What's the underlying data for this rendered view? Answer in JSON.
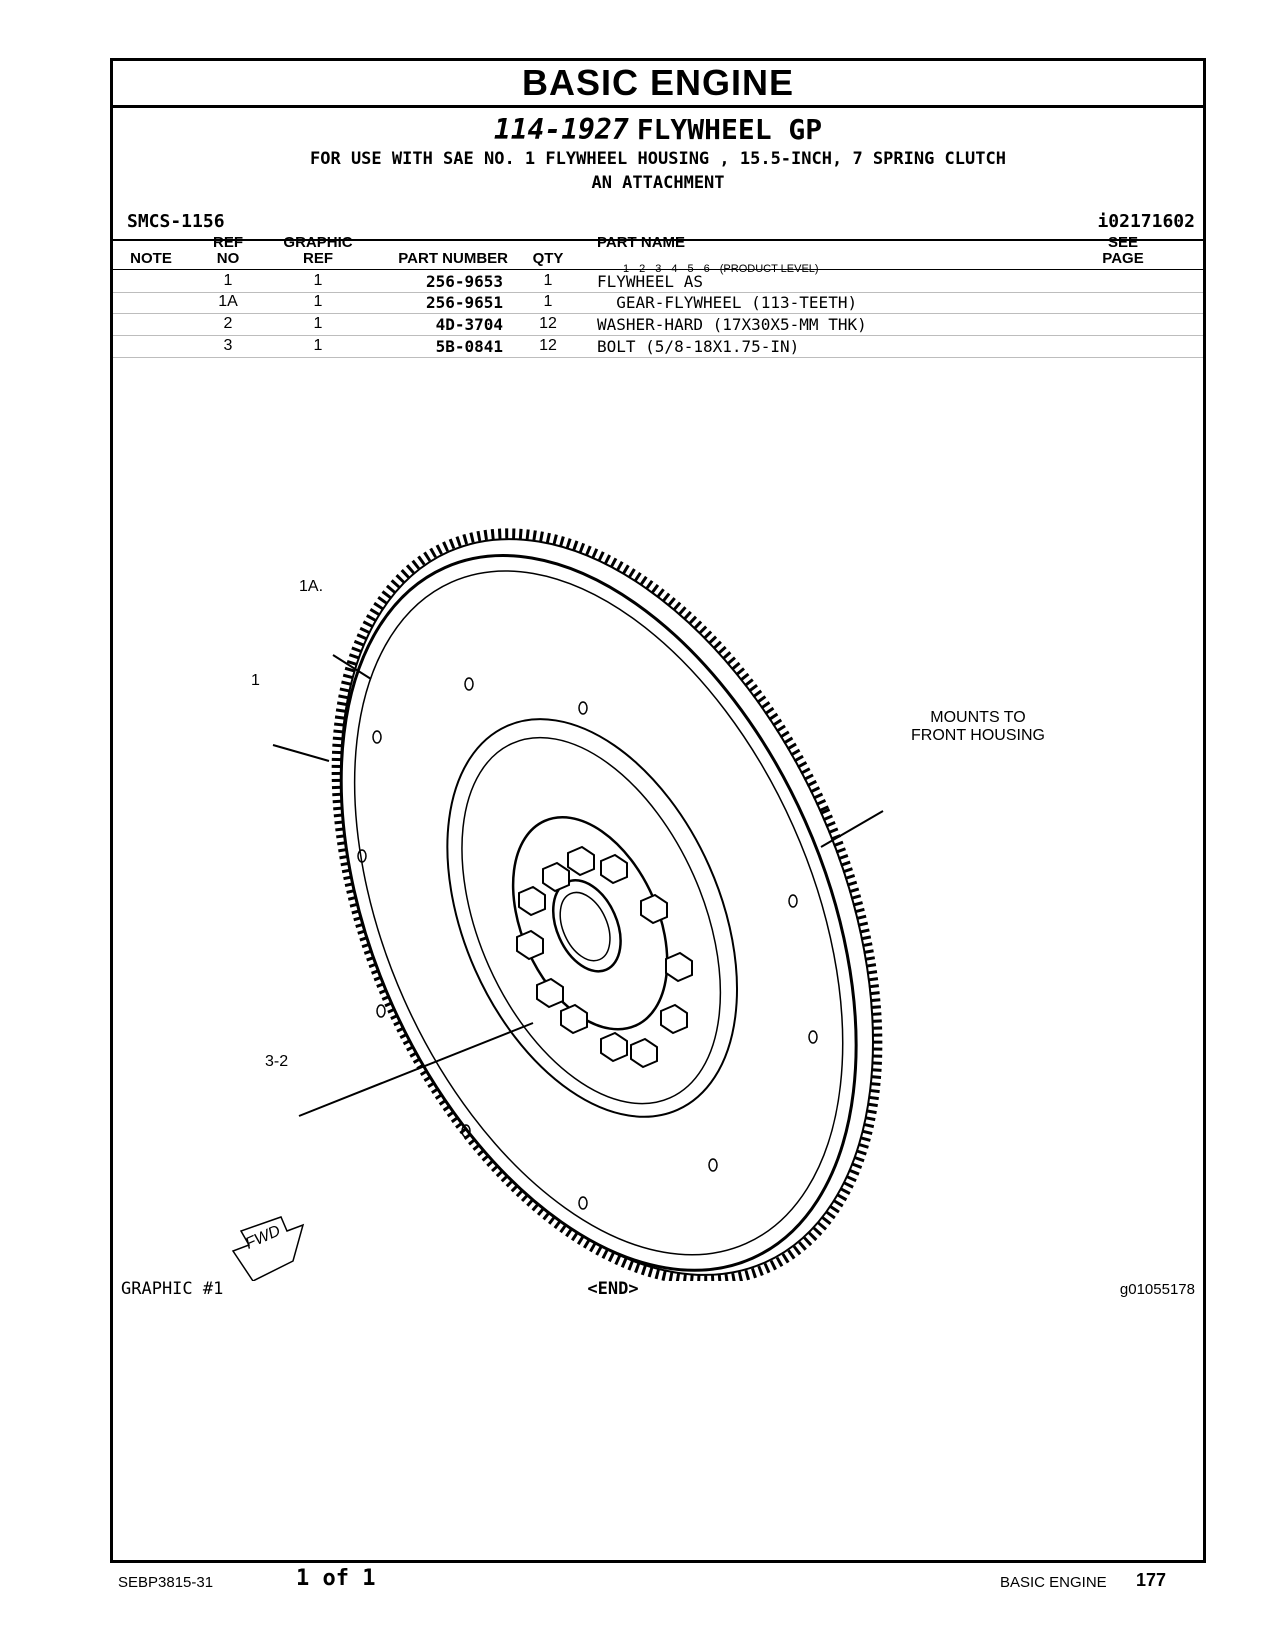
{
  "section_title": "BASIC  ENGINE",
  "group": {
    "number": "114-1927",
    "name": "FLYWHEEL GP",
    "subtitle_line1": "FOR USE WITH SAE NO. 1 FLYWHEEL HOUSING , 15.5-INCH, 7 SPRING CLUTCH",
    "subtitle_line2": "AN ATTACHMENT"
  },
  "smcs": "SMCS-1156",
  "ident": "i02171602",
  "table": {
    "headers": {
      "note": "NOTE",
      "ref_top": "REF",
      "ref_bottom": "NO",
      "graphic_top": "GRAPHIC",
      "graphic_bottom": "REF",
      "part_number": "PART NUMBER",
      "qty": "QTY",
      "part_name": "PART NAME",
      "levels": [
        "1",
        "2",
        "3",
        "4",
        "5",
        "6"
      ],
      "levels_label": "(PRODUCT LEVEL)",
      "see_top": "SEE",
      "see_bottom": "PAGE"
    },
    "rows": [
      {
        "ref": "1",
        "graphic_ref": "1",
        "part_number": "256-9653",
        "qty": "1",
        "part_name": "FLYWHEEL AS"
      },
      {
        "ref": "1A",
        "graphic_ref": "1",
        "part_number": "256-9651",
        "qty": "1",
        "part_name": "  GEAR-FLYWHEEL (113-TEETH)"
      },
      {
        "ref": "2",
        "graphic_ref": "1",
        "part_number": "4D-3704",
        "qty": "12",
        "part_name": "WASHER-HARD (17X30X5-MM THK)"
      },
      {
        "ref": "3",
        "graphic_ref": "1",
        "part_number": "5B-0841",
        "qty": "12",
        "part_name": "BOLT (5/8-18X1.75-IN)"
      }
    ]
  },
  "callouts": {
    "c1a": "1A.",
    "c1": "1",
    "c32": "3-2",
    "mounts_line1": "MOUNTS TO",
    "mounts_line2": "FRONT HOUSING",
    "fwd": "FWD"
  },
  "graphic_label": "GRAPHIC #1",
  "end_label": "<END>",
  "graphic_id": "g01055178",
  "footer": {
    "doc_number": "SEBP3815-31",
    "page_of": "1 of 1",
    "section": "BASIC ENGINE",
    "page_number": "177"
  }
}
